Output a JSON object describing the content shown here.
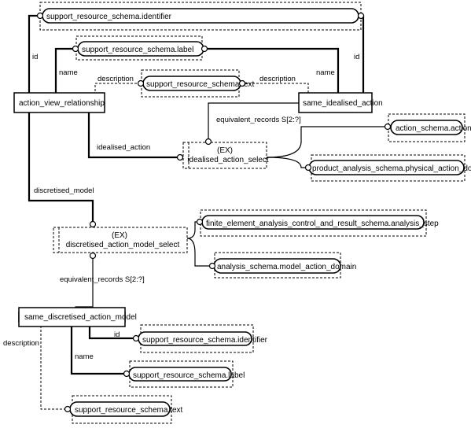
{
  "entities": {
    "action_view_relationship": "action_view_relationship",
    "same_idealised_action": "same_idealised_action",
    "same_discretised_action_model": "same_discretised_action_model"
  },
  "selects": {
    "idealised_select_tag": "(EX)",
    "idealised_select_name": "idealised_action_select",
    "discretised_select_tag": "(EX)",
    "discretised_select_name": "discretised_action_model_select"
  },
  "references": {
    "top_identifier": "support_resource_schema.identifier",
    "top_label": "support_resource_schema.label",
    "top_text": "support_resource_schema.text",
    "action_schema_action": "action_schema.action",
    "physical_action_domain": "product_analysis_schema.physical_action_domain",
    "analysis_step": "finite_element_analysis_control_and_result_schema.analysis_step",
    "model_action_domain": "analysis_schema.model_action_domain",
    "bottom_identifier": "support_resource_schema.identifier",
    "bottom_label": "support_resource_schema.label",
    "bottom_text": "support_resource_schema.text"
  },
  "attributes": {
    "id_left": "id",
    "id_right": "id",
    "name_left": "name",
    "name_right": "name",
    "description_left": "description",
    "description_right": "description",
    "equivalent_records_top": "equivalent_records S[2:?]",
    "idealised_action": "idealised_action",
    "discretised_model": "discretised_model",
    "equivalent_records_bottom": "equivalent_records S[2:?]",
    "id_bottom": "id",
    "name_bottom": "name",
    "description_bottom": "description"
  }
}
